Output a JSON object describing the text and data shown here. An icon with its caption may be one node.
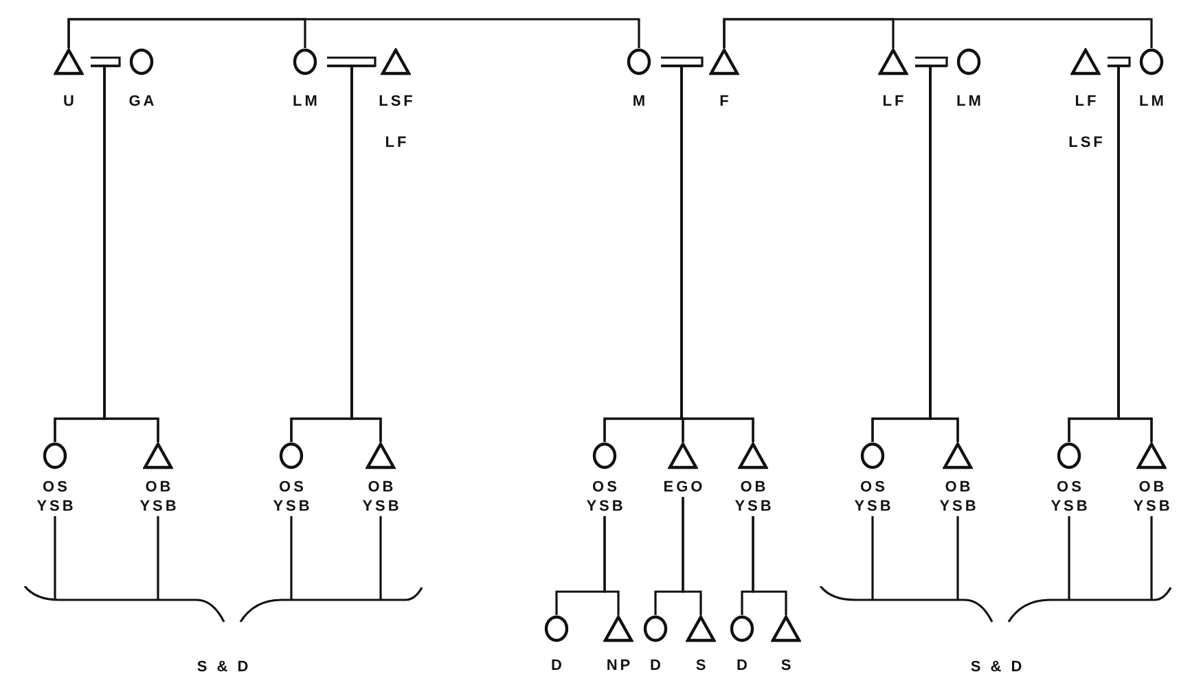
{
  "diagram": {
    "nodes": [
      {
        "text": [
          "U"
        ]
      },
      {
        "text": [
          "GA"
        ]
      },
      {
        "text": [
          "LM"
        ]
      },
      {
        "text": [
          "LSF",
          "LF"
        ]
      },
      {
        "text": [
          "M"
        ]
      },
      {
        "text": [
          "F"
        ]
      },
      {
        "text": [
          "LF"
        ]
      },
      {
        "text": [
          "LM"
        ]
      },
      {
        "text": [
          "LF",
          "LSF"
        ]
      },
      {
        "text": [
          "LM"
        ]
      },
      {
        "text": [
          "OS",
          "YSB"
        ]
      },
      {
        "text": [
          "OB",
          "YSB"
        ]
      },
      {
        "text": [
          "OS",
          "YSB"
        ]
      },
      {
        "text": [
          "OB",
          "YSB"
        ]
      },
      {
        "text": [
          "OS",
          "YSB"
        ]
      },
      {
        "text": [
          "EGO"
        ]
      },
      {
        "text": [
          "OB",
          "YSB"
        ]
      },
      {
        "text": [
          "OS",
          "YSB"
        ]
      },
      {
        "text": [
          "OB",
          "YSB"
        ]
      },
      {
        "text": [
          "OS",
          "YSB"
        ]
      },
      {
        "text": [
          "OB",
          "YSB"
        ]
      },
      {
        "text": [
          "S & D"
        ]
      },
      {
        "text": [
          "D"
        ]
      },
      {
        "text": [
          "NP"
        ]
      },
      {
        "text": [
          "D"
        ]
      },
      {
        "text": [
          "S"
        ]
      },
      {
        "text": [
          "D"
        ]
      },
      {
        "text": [
          "S"
        ]
      },
      {
        "text": [
          "S & D"
        ]
      }
    ],
    "edges": [
      {
        "from": 0,
        "to": 2,
        "arrow": "none"
      },
      {
        "from": 0,
        "to": 4,
        "arrow": "none"
      },
      {
        "from": 0,
        "to": 1,
        "arrow": "none"
      },
      {
        "from": 2,
        "to": 3,
        "arrow": "none"
      },
      {
        "from": 4,
        "to": 5,
        "arrow": "none"
      },
      {
        "from": 6,
        "to": 7,
        "arrow": "none"
      },
      {
        "from": 8,
        "to": 9,
        "arrow": "none"
      },
      {
        "from": 5,
        "to": 6,
        "arrow": "none"
      },
      {
        "from": 5,
        "to": 9,
        "arrow": "none"
      },
      {
        "from": 0,
        "to": 10,
        "arrow": "none"
      },
      {
        "from": 0,
        "to": 11,
        "arrow": "none"
      },
      {
        "from": 1,
        "to": 10,
        "arrow": "none"
      },
      {
        "from": 1,
        "to": 11,
        "arrow": "none"
      },
      {
        "from": 2,
        "to": 12,
        "arrow": "none"
      },
      {
        "from": 2,
        "to": 13,
        "arrow": "none"
      },
      {
        "from": 3,
        "to": 12,
        "arrow": "none"
      },
      {
        "from": 3,
        "to": 13,
        "arrow": "none"
      },
      {
        "from": 4,
        "to": 14,
        "arrow": "none"
      },
      {
        "from": 4,
        "to": 15,
        "arrow": "none"
      },
      {
        "from": 4,
        "to": 16,
        "arrow": "none"
      },
      {
        "from": 5,
        "to": 14,
        "arrow": "none"
      },
      {
        "from": 5,
        "to": 15,
        "arrow": "none"
      },
      {
        "from": 5,
        "to": 16,
        "arrow": "none"
      },
      {
        "from": 6,
        "to": 17,
        "arrow": "none"
      },
      {
        "from": 6,
        "to": 18,
        "arrow": "none"
      },
      {
        "from": 7,
        "to": 17,
        "arrow": "none"
      },
      {
        "from": 7,
        "to": 18,
        "arrow": "none"
      },
      {
        "from": 8,
        "to": 19,
        "arrow": "none"
      },
      {
        "from": 8,
        "to": 20,
        "arrow": "none"
      },
      {
        "from": 9,
        "to": 19,
        "arrow": "none"
      },
      {
        "from": 9,
        "to": 20,
        "arrow": "none"
      },
      {
        "from": 14,
        "to": 22,
        "arrow": "none"
      },
      {
        "from": 14,
        "to": 23,
        "arrow": "none"
      },
      {
        "from": 15,
        "to": 24,
        "arrow": "none"
      },
      {
        "from": 15,
        "to": 25,
        "arrow": "none"
      },
      {
        "from": 16,
        "to": 26,
        "arrow": "none"
      },
      {
        "from": 16,
        "to": 27,
        "arrow": "none"
      },
      {
        "from": 10,
        "to": 21,
        "arrow": "none"
      },
      {
        "from": 11,
        "to": 21,
        "arrow": "none"
      },
      {
        "from": 12,
        "to": 21,
        "arrow": "none"
      },
      {
        "from": 13,
        "to": 21,
        "arrow": "none"
      },
      {
        "from": 17,
        "to": 28,
        "arrow": "none"
      },
      {
        "from": 18,
        "to": 28,
        "arrow": "none"
      },
      {
        "from": 19,
        "to": 28,
        "arrow": "none"
      },
      {
        "from": 20,
        "to": 28,
        "arrow": "none"
      }
    ]
  }
}
